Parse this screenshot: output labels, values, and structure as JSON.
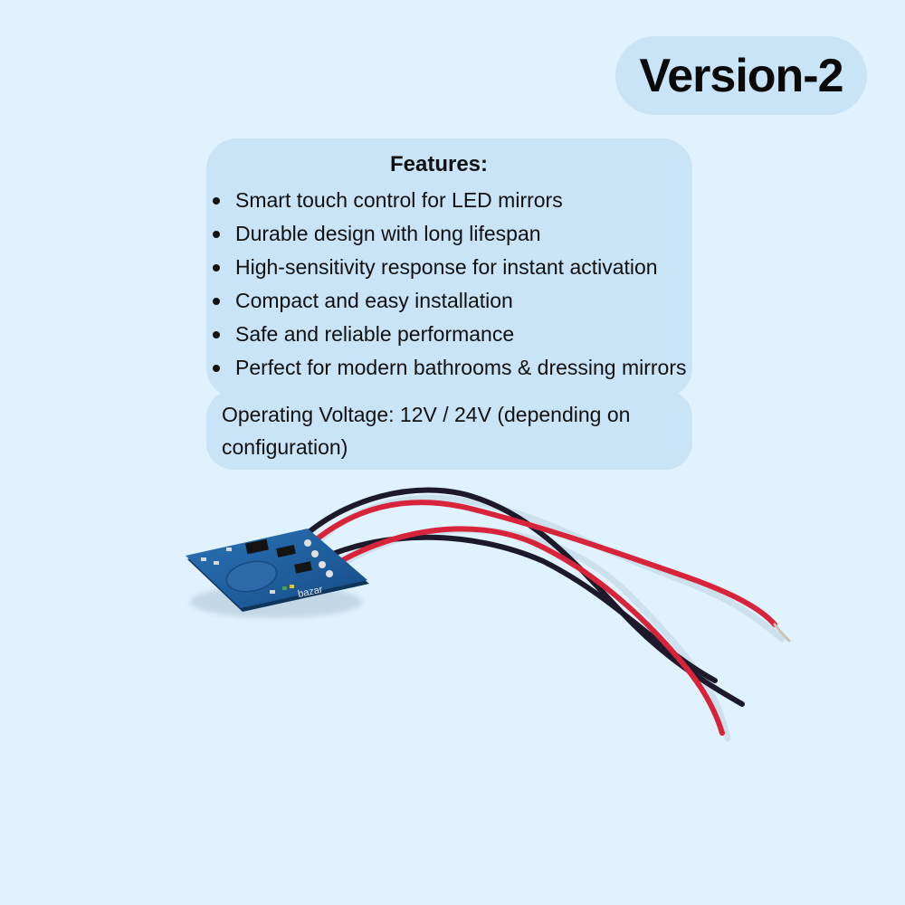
{
  "badge": {
    "label": "Version-2"
  },
  "features": {
    "title": "Features:",
    "items": [
      "Smart touch control for LED mirrors",
      "Durable design with long lifespan",
      "High-sensitivity response for instant activation",
      "Compact and easy installation",
      "Safe and reliable performance",
      "Perfect for modern bathrooms & dressing mirrors"
    ]
  },
  "voltage": {
    "text": "Operating Voltage: 12V / 24V (depending on configuration)"
  },
  "product": {
    "board_label": "bazar",
    "icon": "touch-sensor-module-photo"
  },
  "colors": {
    "background": "#e0f2fd",
    "panel": "#c9e3f7",
    "board": "#1e5fa0",
    "wire_red": "#d8243a",
    "wire_black": "#1c1a2a"
  }
}
